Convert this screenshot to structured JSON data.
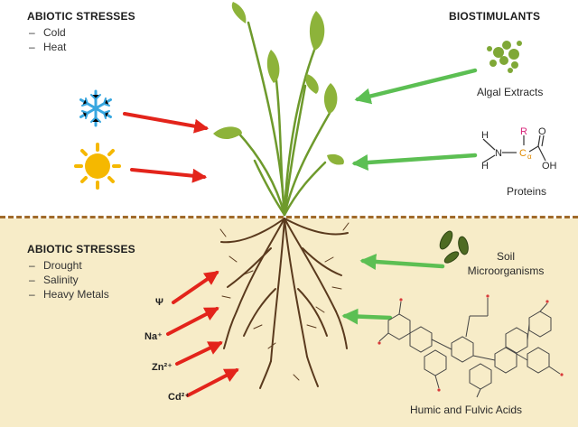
{
  "above": {
    "title": "ABIOTIC STRESSES",
    "items": [
      "Cold",
      "Heat"
    ]
  },
  "below": {
    "title": "ABIOTIC STRESSES",
    "items": [
      "Drought",
      "Salinity",
      "Heavy Metals"
    ],
    "ions": [
      "Ψ",
      "Na⁺",
      "Zn²⁺",
      "Cd²⁺"
    ]
  },
  "biostimulants": {
    "title": "BIOSTIMULANTS",
    "algal": "Algal Extracts",
    "proteins": "Proteins",
    "soil_line1": "Soil",
    "soil_line2": "Microorganisms",
    "humic": "Humic and Fulvic Acids"
  },
  "protein_formula": {
    "h1": "H",
    "n": "N",
    "h2": "H",
    "r": "R",
    "c": "C",
    "alpha": "α",
    "o1": "O",
    "o2": "OH"
  },
  "colors": {
    "stress_arrow": "#e3241b",
    "bio_arrow": "#5cbf53",
    "soil": "#f7ecc8",
    "soil_line": "#a06a2a",
    "leaf": "#8db33a",
    "root": "#5a3a1e",
    "sun": "#f5b800",
    "snow": "#38a7e0"
  },
  "icons": [
    "snowflake-icon",
    "sun-icon",
    "algae-icon",
    "bacteria-icon"
  ]
}
